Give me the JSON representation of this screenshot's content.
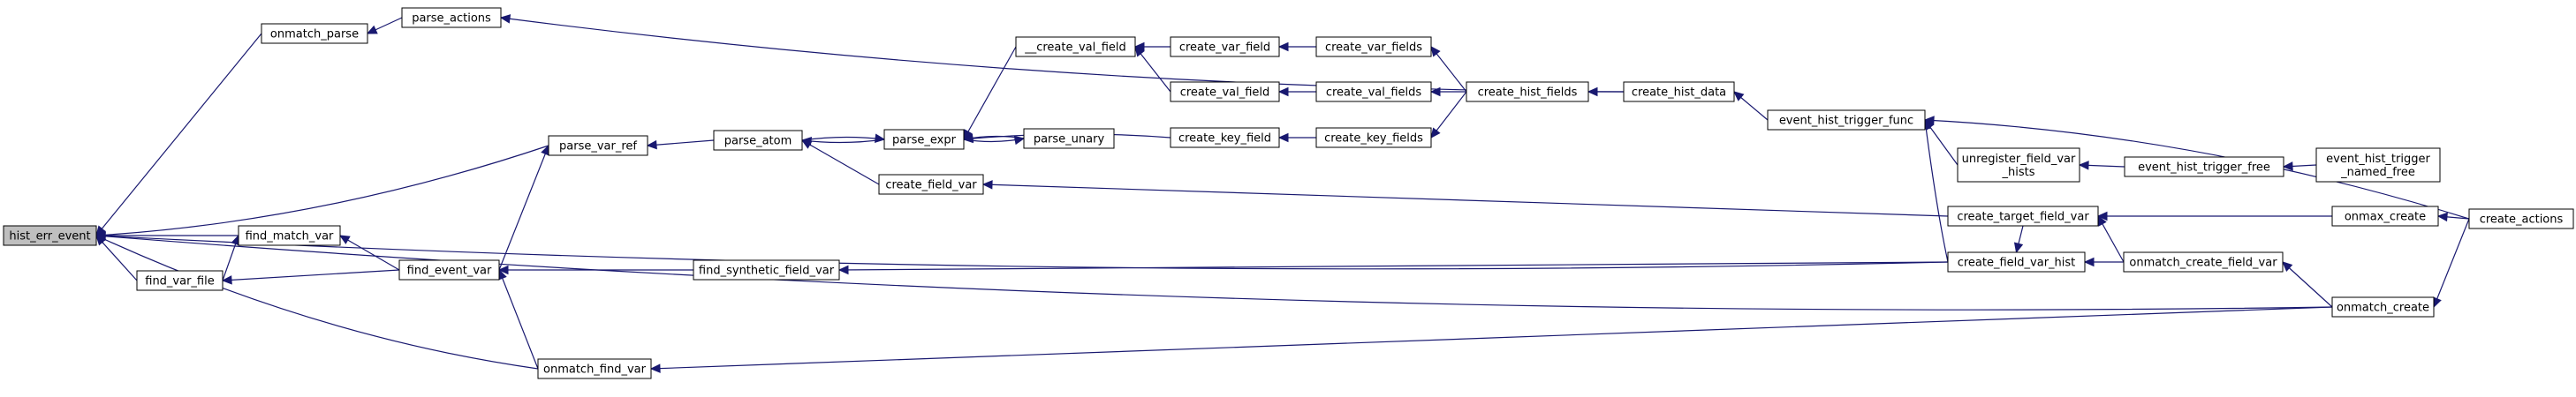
{
  "graph": {
    "root": "hist_err_event",
    "colors": {
      "edge": "#191970",
      "root_fill": "#bfbfbf",
      "node_fill": "#ffffff",
      "node_border": "#000000"
    },
    "nodes": [
      {
        "id": "hist_err_event",
        "lines": [
          "hist_err_event"
        ]
      },
      {
        "id": "onmatch_parse",
        "lines": [
          "onmatch_parse"
        ]
      },
      {
        "id": "parse_actions",
        "lines": [
          "parse_actions"
        ]
      },
      {
        "id": "parse_var_ref",
        "lines": [
          "parse_var_ref"
        ]
      },
      {
        "id": "parse_atom",
        "lines": [
          "parse_atom"
        ]
      },
      {
        "id": "parse_expr",
        "lines": [
          "parse_expr"
        ]
      },
      {
        "id": "parse_unary",
        "lines": [
          "parse_unary"
        ]
      },
      {
        "id": "__create_val_field",
        "lines": [
          "__create_val_field"
        ]
      },
      {
        "id": "create_var_field",
        "lines": [
          "create_var_field"
        ]
      },
      {
        "id": "create_var_fields",
        "lines": [
          "create_var_fields"
        ]
      },
      {
        "id": "create_val_field",
        "lines": [
          "create_val_field"
        ]
      },
      {
        "id": "create_val_fields",
        "lines": [
          "create_val_fields"
        ]
      },
      {
        "id": "create_hist_fields",
        "lines": [
          "create_hist_fields"
        ]
      },
      {
        "id": "create_hist_data",
        "lines": [
          "create_hist_data"
        ]
      },
      {
        "id": "create_key_field",
        "lines": [
          "create_key_field"
        ]
      },
      {
        "id": "create_key_fields",
        "lines": [
          "create_key_fields"
        ]
      },
      {
        "id": "create_field_var",
        "lines": [
          "create_field_var"
        ]
      },
      {
        "id": "event_hist_trigger_func",
        "lines": [
          "event_hist_trigger_func"
        ]
      },
      {
        "id": "unregister_field_var_hists",
        "lines": [
          "unregister_field_var",
          "_hists"
        ]
      },
      {
        "id": "event_hist_trigger_free",
        "lines": [
          "event_hist_trigger_free"
        ]
      },
      {
        "id": "event_hist_trigger_named_free",
        "lines": [
          "event_hist_trigger",
          "_named_free"
        ]
      },
      {
        "id": "create_actions",
        "lines": [
          "create_actions"
        ]
      },
      {
        "id": "create_target_field_var",
        "lines": [
          "create_target_field_var"
        ]
      },
      {
        "id": "onmax_create",
        "lines": [
          "onmax_create"
        ]
      },
      {
        "id": "create_field_var_hist",
        "lines": [
          "create_field_var_hist"
        ]
      },
      {
        "id": "onmatch_create_field_var",
        "lines": [
          "onmatch_create_field_var"
        ]
      },
      {
        "id": "onmatch_create",
        "lines": [
          "onmatch_create"
        ]
      },
      {
        "id": "find_match_var",
        "lines": [
          "find_match_var"
        ]
      },
      {
        "id": "find_var_file",
        "lines": [
          "find_var_file"
        ]
      },
      {
        "id": "find_event_var",
        "lines": [
          "find_event_var"
        ]
      },
      {
        "id": "find_synthetic_field_var",
        "lines": [
          "find_synthetic_field_var"
        ]
      },
      {
        "id": "onmatch_find_var",
        "lines": [
          "onmatch_find_var"
        ]
      }
    ],
    "edges": [
      {
        "from": "onmatch_parse",
        "to": "hist_err_event"
      },
      {
        "from": "parse_actions",
        "to": "onmatch_parse"
      },
      {
        "from": "create_hist_data",
        "to": "parse_actions"
      },
      {
        "from": "parse_var_ref",
        "to": "hist_err_event"
      },
      {
        "from": "parse_atom",
        "to": "parse_var_ref"
      },
      {
        "from": "parse_expr",
        "to": "parse_atom"
      },
      {
        "from": "parse_atom",
        "to": "parse_expr"
      },
      {
        "from": "parse_expr",
        "to": "parse_unary"
      },
      {
        "from": "parse_unary",
        "to": "parse_expr"
      },
      {
        "from": "__create_val_field",
        "to": "parse_expr"
      },
      {
        "from": "create_var_field",
        "to": "__create_val_field"
      },
      {
        "from": "create_val_field",
        "to": "__create_val_field"
      },
      {
        "from": "create_var_fields",
        "to": "create_var_field"
      },
      {
        "from": "create_val_fields",
        "to": "create_val_field"
      },
      {
        "from": "create_hist_fields",
        "to": "create_var_fields"
      },
      {
        "from": "create_hist_fields",
        "to": "create_val_fields"
      },
      {
        "from": "create_hist_fields",
        "to": "create_key_fields"
      },
      {
        "from": "create_hist_data",
        "to": "create_hist_fields"
      },
      {
        "from": "event_hist_trigger_func",
        "to": "create_hist_data"
      },
      {
        "from": "create_key_field",
        "to": "parse_expr"
      },
      {
        "from": "create_key_fields",
        "to": "create_key_field"
      },
      {
        "from": "create_field_var",
        "to": "parse_atom"
      },
      {
        "from": "create_target_field_var",
        "to": "create_field_var"
      },
      {
        "from": "unregister_field_var_hists",
        "to": "event_hist_trigger_func"
      },
      {
        "from": "create_field_var_hist",
        "to": "event_hist_trigger_func"
      },
      {
        "from": "create_actions",
        "to": "event_hist_trigger_func"
      },
      {
        "from": "event_hist_trigger_free",
        "to": "unregister_field_var_hists"
      },
      {
        "from": "event_hist_trigger_named_free",
        "to": "event_hist_trigger_free"
      },
      {
        "from": "onmax_create",
        "to": "create_target_field_var"
      },
      {
        "from": "onmatch_create_field_var",
        "to": "create_target_field_var"
      },
      {
        "from": "create_actions",
        "to": "onmax_create"
      },
      {
        "from": "create_target_field_var",
        "to": "create_field_var_hist"
      },
      {
        "from": "create_field_var_hist",
        "to": "hist_err_event"
      },
      {
        "from": "onmatch_create_field_var",
        "to": "create_field_var_hist"
      },
      {
        "from": "onmatch_create",
        "to": "onmatch_create_field_var"
      },
      {
        "from": "create_actions",
        "to": "onmatch_create"
      },
      {
        "from": "onmatch_create",
        "to": "hist_err_event"
      },
      {
        "from": "find_match_var",
        "to": "hist_err_event"
      },
      {
        "from": "find_var_file",
        "to": "hist_err_event"
      },
      {
        "from": "find_var_file",
        "to": "find_match_var"
      },
      {
        "from": "find_event_var",
        "to": "find_match_var"
      },
      {
        "from": "find_event_var",
        "to": "find_var_file"
      },
      {
        "from": "find_event_var",
        "to": "parse_var_ref"
      },
      {
        "from": "find_synthetic_field_var",
        "to": "find_event_var"
      },
      {
        "from": "create_field_var_hist",
        "to": "find_synthetic_field_var"
      },
      {
        "from": "onmatch_find_var",
        "to": "find_event_var"
      },
      {
        "from": "onmatch_find_var",
        "to": "hist_err_event"
      },
      {
        "from": "onmatch_create",
        "to": "onmatch_find_var"
      }
    ]
  }
}
